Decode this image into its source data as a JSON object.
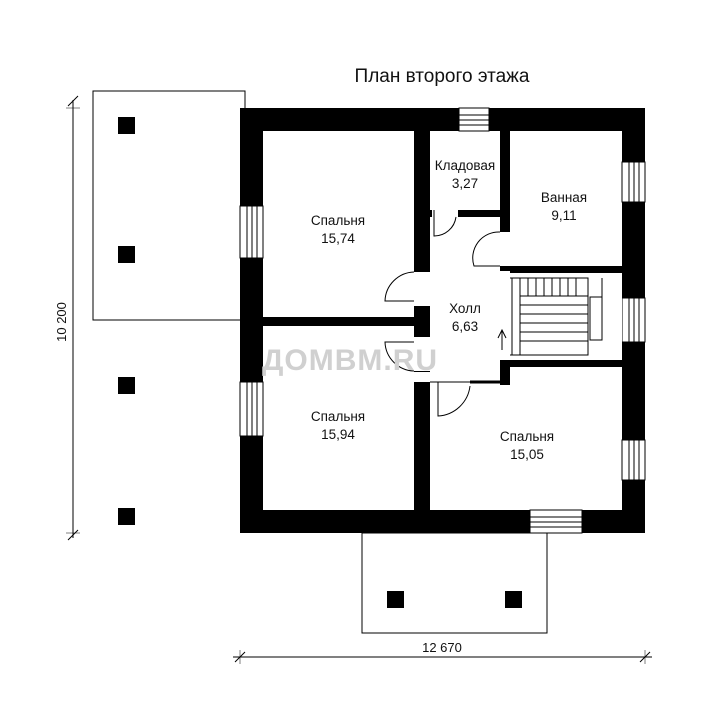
{
  "title": "План второго этажа",
  "watermark": "ДОМВМ.RU",
  "rooms": [
    {
      "id": "bedroom-1",
      "name": "Спальня",
      "area": "15,74"
    },
    {
      "id": "storage",
      "name": "Кладовая",
      "area": "3,27"
    },
    {
      "id": "bathroom",
      "name": "Ванная",
      "area": "9,11"
    },
    {
      "id": "hall",
      "name": "Холл",
      "area": "6,63"
    },
    {
      "id": "bedroom-2",
      "name": "Спальня",
      "area": "15,94"
    },
    {
      "id": "bedroom-3",
      "name": "Спальня",
      "area": "15,05"
    }
  ],
  "dimensions": {
    "height": "10 200",
    "width": "12 670"
  },
  "colors": {
    "wall": "#000000",
    "line": "#000000",
    "background": "#ffffff"
  }
}
